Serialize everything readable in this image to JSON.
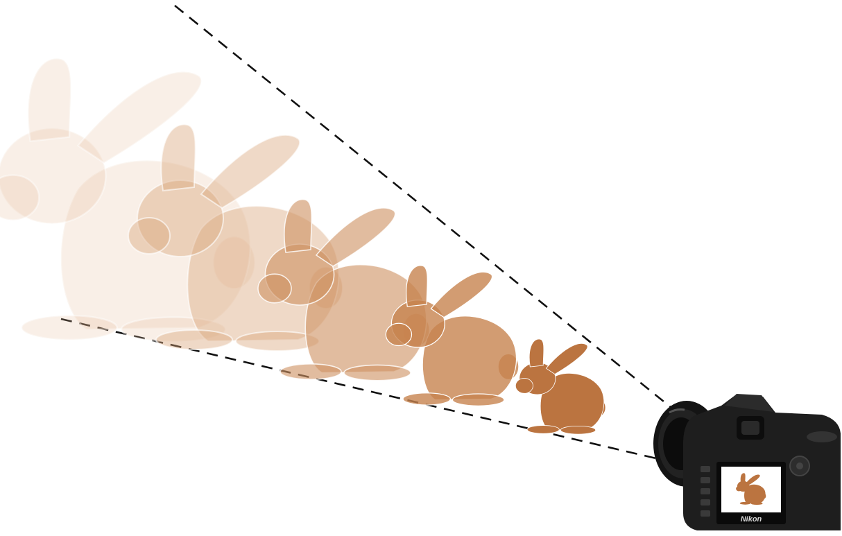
{
  "figure": {
    "subject": "bunny",
    "frustum": {
      "line_style": "dashed",
      "line_color": "#111111"
    },
    "bunnies": [
      {
        "depth_rank": 1,
        "opacity": 0.22,
        "color": "#e2b893"
      },
      {
        "depth_rank": 2,
        "opacity": 0.42,
        "color": "#d8a47a"
      },
      {
        "depth_rank": 3,
        "opacity": 0.62,
        "color": "#cf9364"
      },
      {
        "depth_rank": 4,
        "opacity": 0.8,
        "color": "#c7834f"
      },
      {
        "depth_rank": 5,
        "opacity": 1.0,
        "color": "#bb7440"
      }
    ],
    "camera": {
      "icon": "camera-icon",
      "brand_label": "Nikon",
      "body_color": "#1e1e1e",
      "lens_color": "#141414"
    }
  }
}
